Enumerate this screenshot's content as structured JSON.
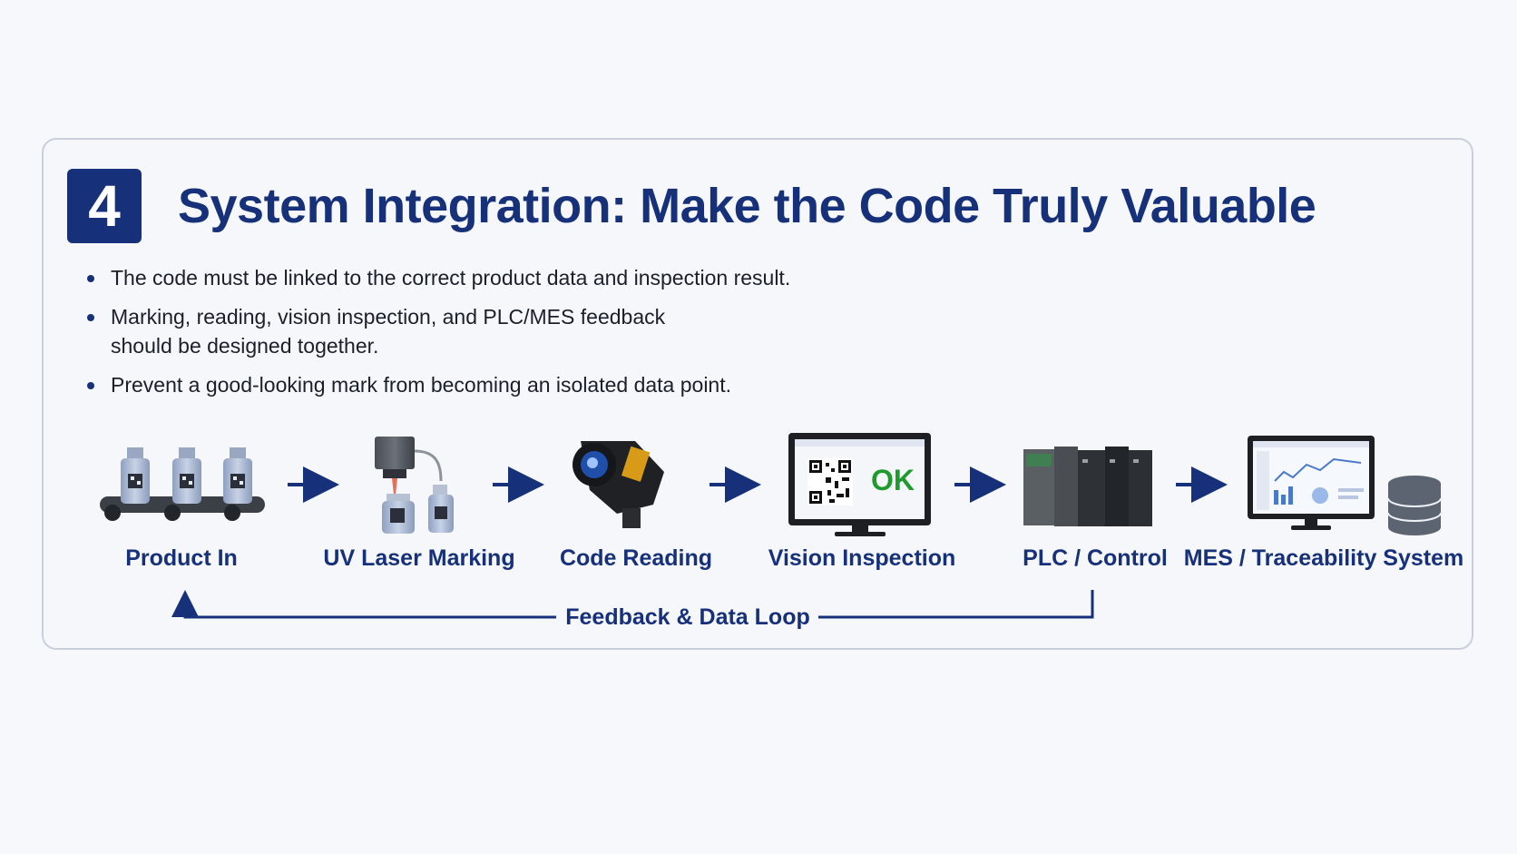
{
  "header": {
    "step_number": "4",
    "title": "System Integration: Make the Code Truly Valuable"
  },
  "bullets": [
    "The code must be linked to the correct product data and inspection result.",
    "Marking, reading, vision inspection, and PLC/MES feedback should be designed together.",
    "Prevent a good-looking mark from becoming an isolated data point."
  ],
  "flow": {
    "steps": [
      {
        "label": "Product In",
        "icon": "bottles-on-conveyor-icon"
      },
      {
        "label": "UV Laser Marking",
        "icon": "uv-laser-head-icon"
      },
      {
        "label": "Code Reading",
        "icon": "barcode-camera-icon"
      },
      {
        "label": "Vision Inspection",
        "icon": "monitor-qr-ok-icon"
      },
      {
        "label": "PLC / Control",
        "icon": "plc-rack-icon"
      },
      {
        "label": "MES / Traceability System",
        "icon": "dashboard-database-icon"
      }
    ],
    "ok_text": "OK",
    "feedback_label": "Feedback & Data Loop"
  },
  "colors": {
    "accent": "#16307a",
    "ok_green": "#1f9a2c",
    "background": "#f7f8fb"
  }
}
